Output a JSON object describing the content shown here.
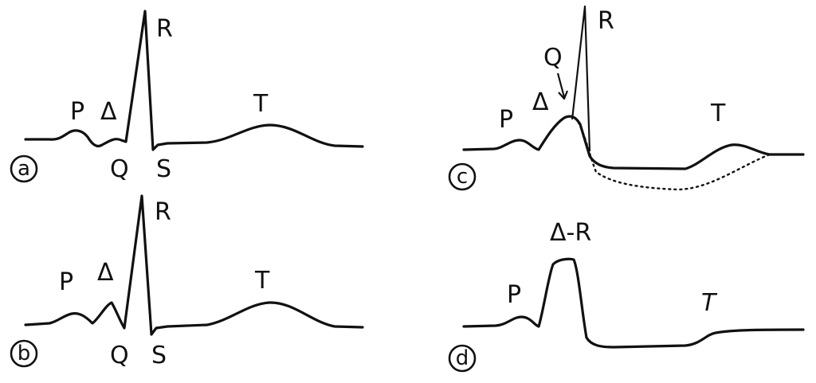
{
  "panels": {
    "a": {
      "tag": "a",
      "labels": {
        "p": "P",
        "delta": "Δ",
        "q": "Q",
        "r": "R",
        "s": "S",
        "t": "T"
      }
    },
    "b": {
      "tag": "b",
      "labels": {
        "p": "P",
        "delta": "Δ",
        "q": "Q",
        "r": "R",
        "s": "S",
        "t": "T"
      }
    },
    "c": {
      "tag": "c",
      "labels": {
        "p": "P",
        "delta": "Δ",
        "q": "Q",
        "r": "R",
        "t": "T"
      }
    },
    "d": {
      "tag": "d",
      "labels": {
        "p": "P",
        "delta_r": "Δ-R",
        "t": "T"
      }
    }
  }
}
